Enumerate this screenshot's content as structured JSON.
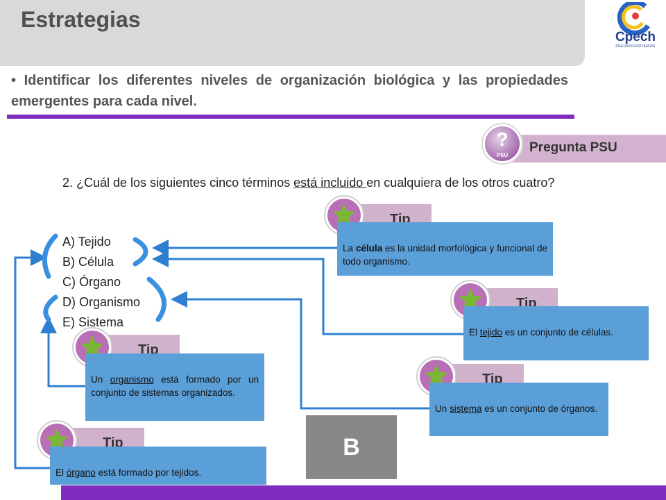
{
  "header": {
    "title": "Estrategias"
  },
  "logo": {
    "name": "Cpech",
    "subtitle": "PREUNIVERSITARIOS"
  },
  "objective": "• Identificar los diferentes niveles de organización biológica y las propiedades emergentes para cada nivel.",
  "psu_badge": {
    "label": "Pregunta PSU",
    "icon_text": "PSU",
    "icon_symbol": "?"
  },
  "question": {
    "prefix": "2. ¿Cuál de los siguientes cinco términos ",
    "underlined": "está incluido ",
    "suffix": "en cualquiera de los otros cuatro?"
  },
  "options": [
    "A) Tejido",
    "B) Célula",
    "C) Órgano",
    "D) Organismo",
    "E) Sistema"
  ],
  "tips": {
    "label": "Tip",
    "celula": {
      "pre": "La ",
      "bold": "célula",
      "post": " es la unidad morfológica y funcional de todo organismo."
    },
    "tejido": {
      "pre": "El ",
      "ul": "tejido",
      "post": " es un conjunto de células."
    },
    "organismo": {
      "pre": "Un ",
      "ul": "organismo",
      "post": " está formado por un conjunto de sistemas organizados."
    },
    "sistema": {
      "pre": "Un ",
      "ul": "sistema",
      "post": " es un conjunto de órganos."
    },
    "organo": {
      "pre": "El ",
      "ul": "órgano",
      "post": " está formado por tejidos."
    }
  },
  "answer": "B",
  "colors": {
    "purple": "#7e2dbf",
    "tip_box": "#5b9fd9",
    "tip_tab": "#d0b2cd",
    "connector": "#2f7fd1",
    "star": "#7ab733"
  }
}
